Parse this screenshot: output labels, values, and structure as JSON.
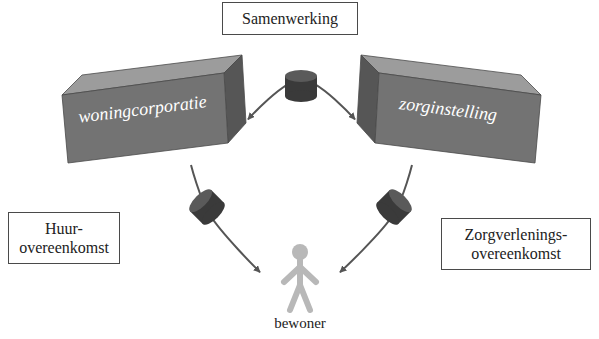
{
  "diagram": {
    "nodes": [
      {
        "text": [
          "Samenwerking"
        ]
      },
      {
        "text": [
          "woningcorporatie"
        ]
      },
      {
        "text": [
          "zorginstelling"
        ]
      },
      {
        "text": [
          "Huur- overeenkomst"
        ]
      },
      {
        "text": [
          "Zorgverlenings- overeenkomst"
        ]
      },
      {
        "text": [
          "bewoner"
        ]
      }
    ],
    "edges": [
      {
        "from": 1,
        "to": 2,
        "arrow": "both"
      },
      {
        "from": 1,
        "to": 5,
        "arrow": "to"
      },
      {
        "from": 2,
        "to": 5,
        "arrow": "to"
      }
    ]
  }
}
